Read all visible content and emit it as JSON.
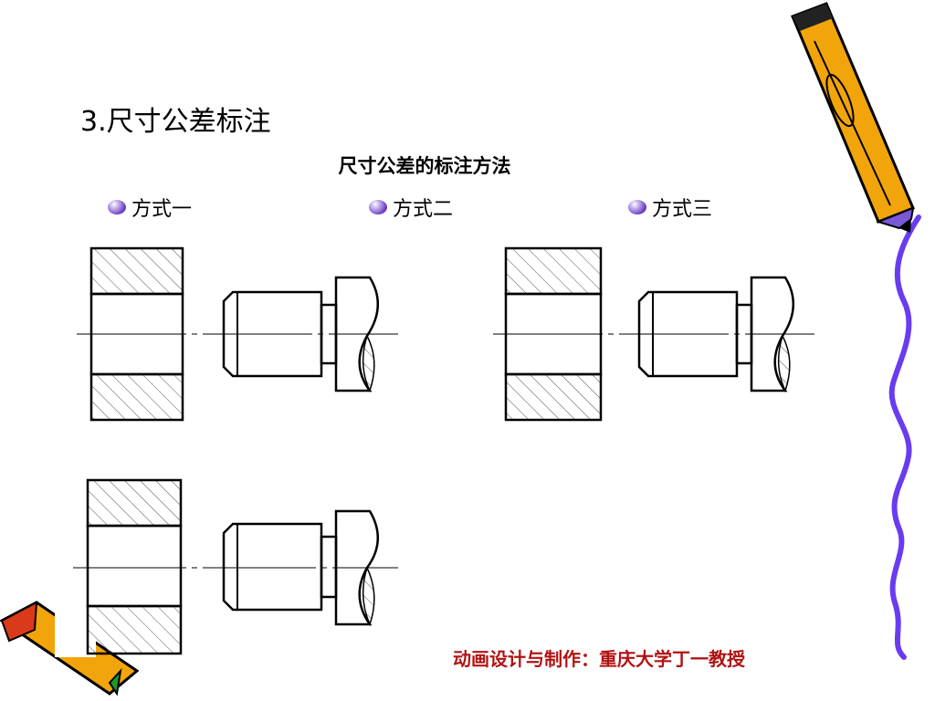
{
  "slide": {
    "title": "3.尺寸公差标注",
    "subtitle": "尺寸公差的标注方法"
  },
  "methods": [
    {
      "label": "方式一"
    },
    {
      "label": "方式二"
    },
    {
      "label": "方式三"
    }
  ],
  "footer": {
    "credit": "动画设计与制作：重庆大学丁一教授"
  },
  "colors": {
    "bullet": "#6a3fc0",
    "credit": "#b01313",
    "squiggle": "#6a3cf0",
    "pencil_body": "#f2a50a"
  },
  "icons": {
    "pencil_top": "pencil-icon",
    "pencil_bottom": "pencil-icon",
    "decor": "wavy-line-decoration"
  }
}
